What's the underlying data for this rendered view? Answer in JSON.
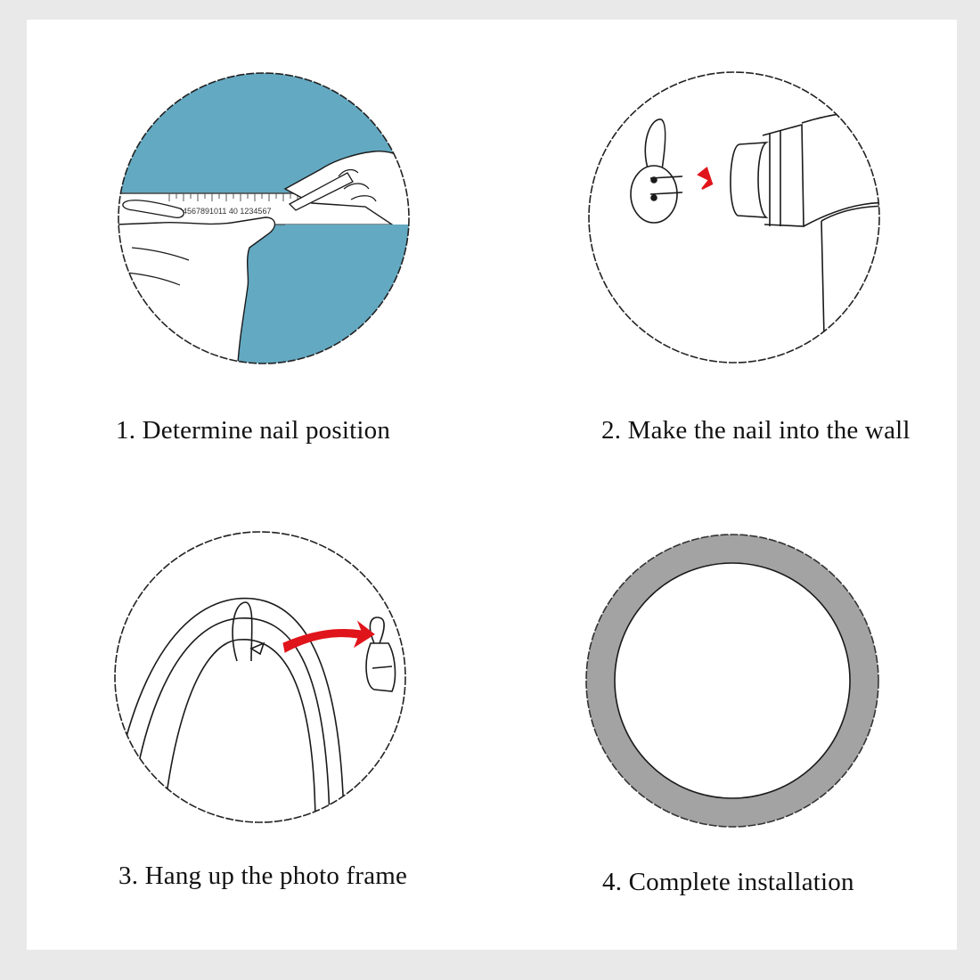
{
  "colors": {
    "wall_blue": "#64a9c2",
    "arrow_red": "#e0151b",
    "ring_gray": "#a3a3a3",
    "line": "#1a1a1a"
  },
  "steps": [
    {
      "caption": "1. Determine nail position",
      "icon": "ruler-measure-icon"
    },
    {
      "caption": "2. Make the nail into the wall",
      "icon": "hammer-nail-icon"
    },
    {
      "caption": "3. Hang up the photo frame",
      "icon": "hang-frame-icon"
    },
    {
      "caption": "4. Complete installation",
      "icon": "installed-frame-icon"
    }
  ],
  "ruler_marks": "1234567891011 40 1234567"
}
